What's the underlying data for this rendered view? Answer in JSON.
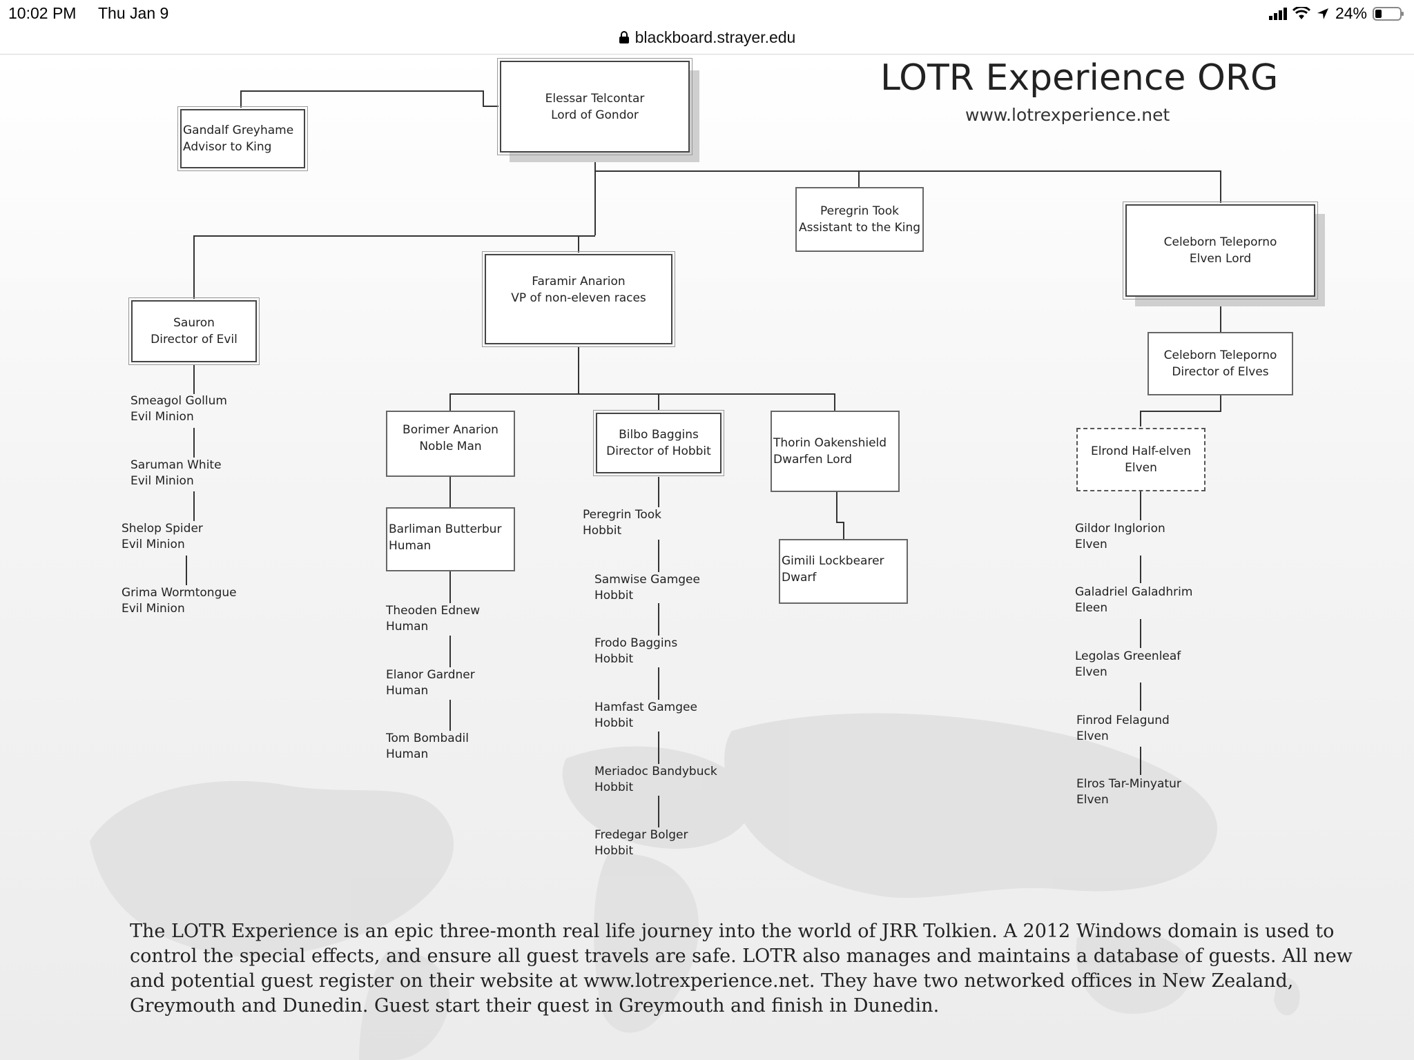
{
  "status_bar": {
    "time": "10:02 PM",
    "date": "Thu Jan 9",
    "battery": "24%"
  },
  "browser": {
    "url": "blackboard.strayer.edu"
  },
  "org_chart": {
    "title": "LOTR Experience ORG",
    "website": "www.lotrexperience.net",
    "nodes": {
      "elessar": {
        "name": "Elessar Telcontar",
        "role": "Lord of Gondor"
      },
      "gandalf": {
        "name": "Gandalf Greyhame",
        "role": "Advisor to King"
      },
      "peregrin_assistant": {
        "name": "Peregrin Took",
        "role": "Assistant to the King"
      },
      "celeborn_lord": {
        "name": "Celeborn Teleporno",
        "role": "Elven Lord"
      },
      "celeborn_director": {
        "name": "Celeborn Teleporno",
        "role": "Director of Elves"
      },
      "faramir": {
        "name": "Faramir Anarion",
        "role": "VP of non-eleven races"
      },
      "sauron": {
        "name": "Sauron",
        "role": "Director of Evil"
      },
      "borimer": {
        "name": "Borimer Anarion",
        "role": "Noble Man"
      },
      "bilbo": {
        "name": "Bilbo Baggins",
        "role": "Director of Hobbit"
      },
      "thorin": {
        "name": "Thorin Oakenshield",
        "role": "Dwarfen Lord"
      },
      "gimili": {
        "name": "Gimili Lockbearer",
        "role": "Dwarf"
      },
      "barliman": {
        "name": "Barliman Butterbur",
        "role": "Human"
      },
      "elrond": {
        "name": "Elrond Half-elven",
        "role": "Elven"
      }
    },
    "evil_minions": [
      {
        "name": "Smeagol Gollum",
        "role": "Evil Minion"
      },
      {
        "name": "Saruman White",
        "role": "Evil Minion"
      },
      {
        "name": "Shelop Spider",
        "role": "Evil Minion"
      },
      {
        "name": "Grima Wormtongue",
        "role": "Evil Minion"
      }
    ],
    "humans": [
      {
        "name": "Theoden Ednew",
        "role": "Human"
      },
      {
        "name": "Elanor Gardner",
        "role": "Human"
      },
      {
        "name": "Tom Bombadil",
        "role": "Human"
      }
    ],
    "hobbits": [
      {
        "name": "Peregrin Took",
        "role": "Hobbit"
      },
      {
        "name": "Samwise Gamgee",
        "role": "Hobbit"
      },
      {
        "name": "Frodo Baggins",
        "role": "Hobbit"
      },
      {
        "name": "Hamfast Gamgee",
        "role": "Hobbit"
      },
      {
        "name": "Meriadoc Bandybuck",
        "role": "Hobbit"
      },
      {
        "name": "Fredegar Bolger",
        "role": "Hobbit"
      }
    ],
    "elves": [
      {
        "name": "Gildor Inglorion",
        "role": "Elven"
      },
      {
        "name": "Galadriel Galadhrim",
        "role": "Eleen"
      },
      {
        "name": "Legolas Greenleaf",
        "role": "Elven"
      },
      {
        "name": "Finrod Felagund",
        "role": "Elven"
      },
      {
        "name": "Elros Tar-Minyatur",
        "role": "Elven"
      }
    ],
    "description": "The LOTR Experience is an epic three-month real life journey into the world of JRR Tolkien. A 2012 Windows domain is used to control the special effects, and ensure all guest travels are safe.  LOTR also manages and maintains a database of guests. All new and potential guest register on their website at www.lotrexperience.net. They have two networked offices in New Zealand, Greymouth and Dunedin. Guest start their quest in Greymouth and finish in Dunedin."
  },
  "colors": {
    "line": "#333333",
    "box_border": "#555555",
    "map_fill": "#dcdcdc"
  }
}
